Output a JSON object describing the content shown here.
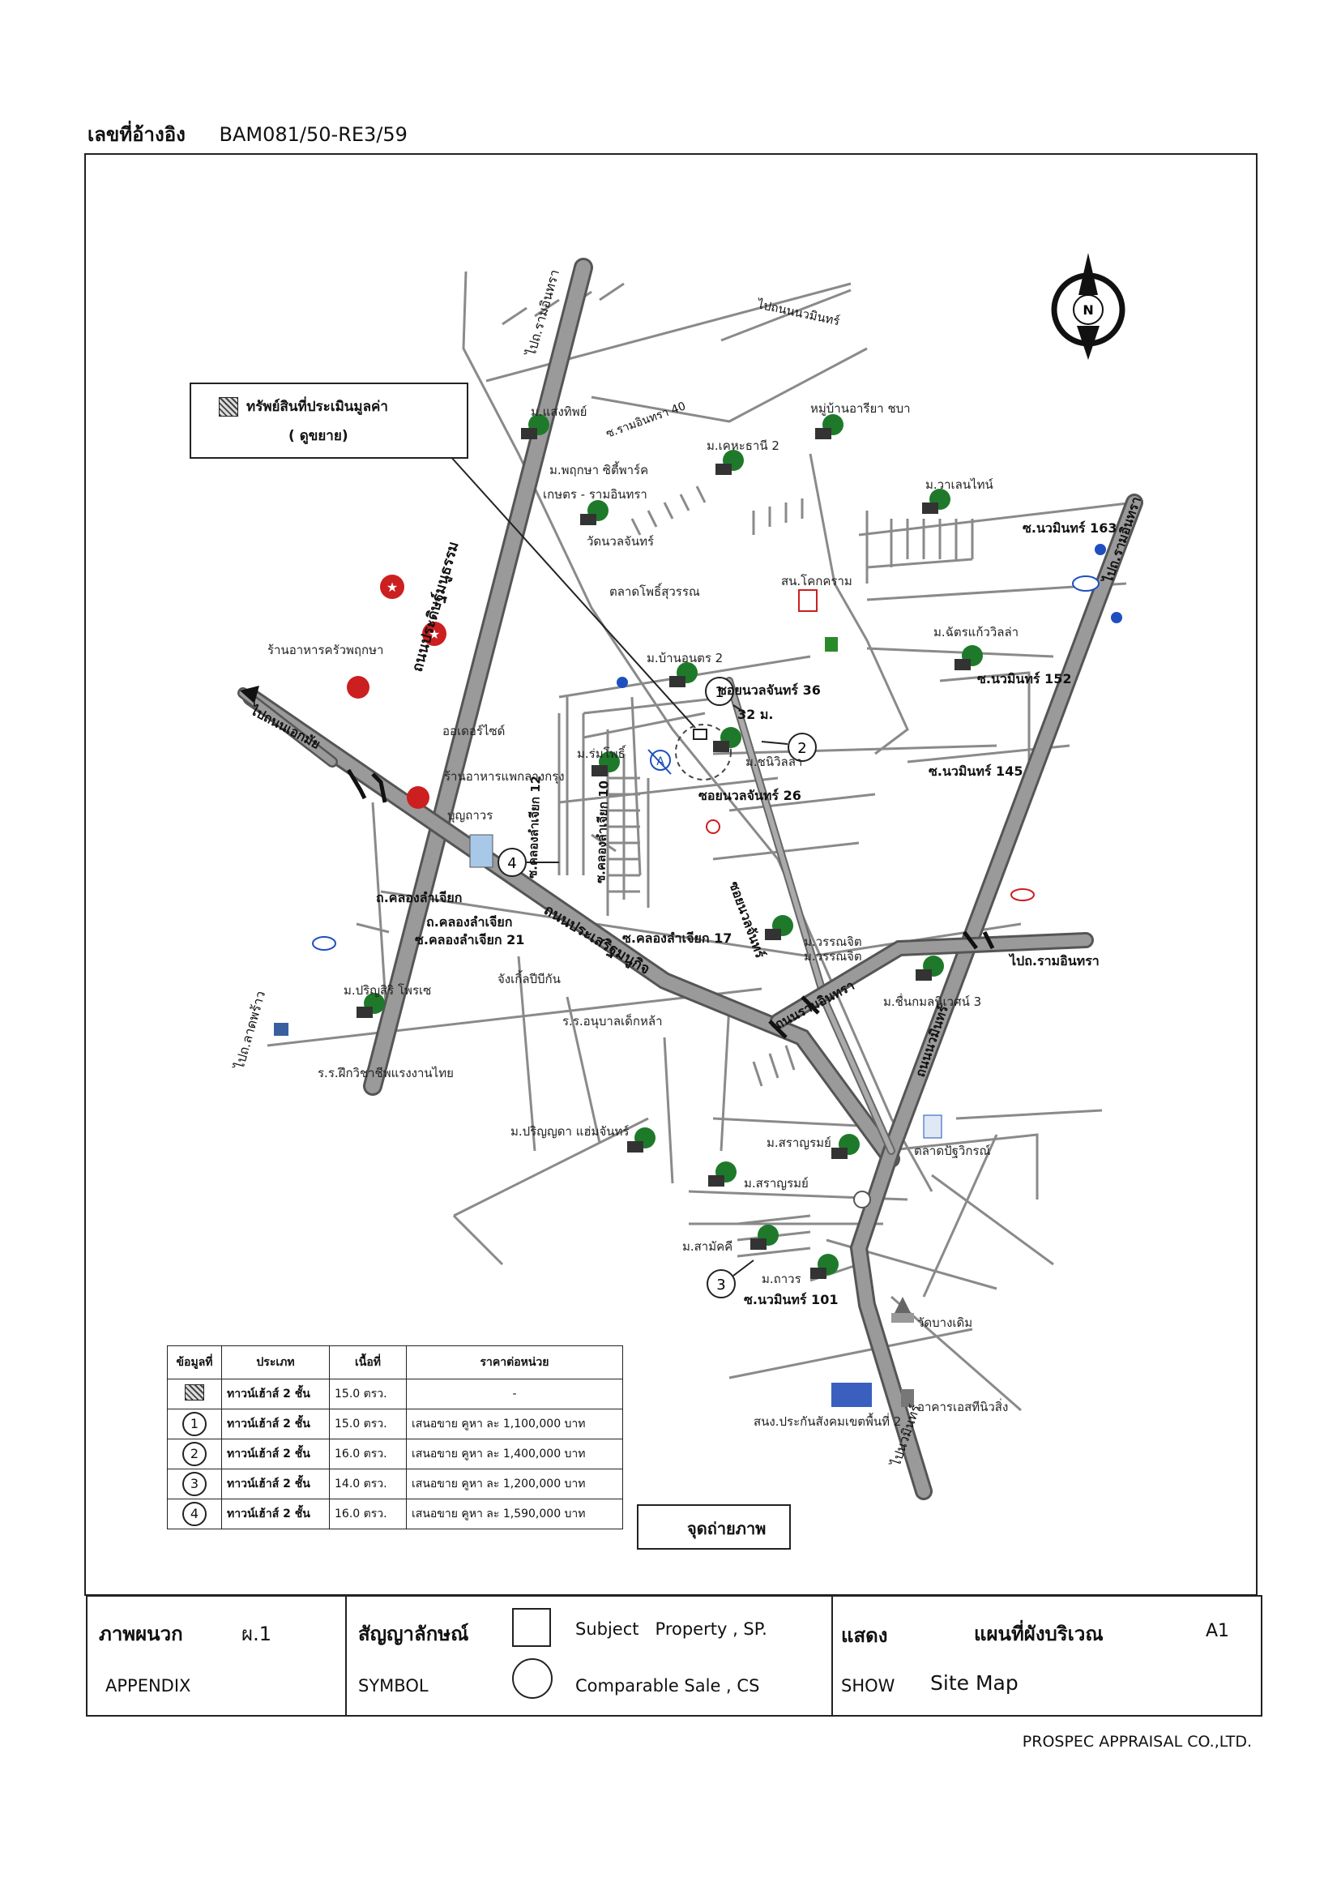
{
  "header": {
    "ref_label": "เลขที่อ้างอิง",
    "ref_value": "BAM081/50-RE3/59"
  },
  "legend_box": {
    "line1": "ทรัพย์สินที่ประเมินมูลค่า",
    "line2": "( ดูขยาย)"
  },
  "roads": {
    "main_a": "ถนนประดิษฐ์มนูธรรม",
    "main_a_north": "ไปถ.รามอินทรา",
    "main_a_south": "ไปถ.ลาดพร้าว",
    "main_b": "ถนนประเสริฐมนูกิจ",
    "to_ekkamai": "ไปถนนเอกมัย",
    "nawamin": "ถนนนวมินทร์",
    "ram_intra_north": "ไปถ.รามอินทรา",
    "ram_intra_east": "ไปถ.รามอินทรา",
    "to_nawamin_south": "ไปนวมินทร์",
    "to_nawamin_top": "ไปถนนนวมินทร์",
    "ram_intra_40": "ซ.รามอินทรา 40",
    "nawamin_163": "ซ.นวมินทร์ 163",
    "nawamin_152": "ซ.นวมินทร์ 152",
    "nawamin_145": "ซ.นวมินทร์ 145",
    "nawamin_101": "ซ.นวมินทร์ 101",
    "soi_nuanchan_36": "ซอยนวลจันทร์ 36",
    "soi_nuanchan_26": "ซอยนวลจันทร์ 26",
    "soi_nuanchan": "ซอยนวลจันทร์",
    "khlong_lam_chiak_12": "ซ.คลองลำเจียก 12",
    "khlong_lam_chiak_10": "ซ.คลองลำเจียก 10",
    "khlong_lam_chiak_a": "ถ.คลองลำเจียก",
    "khlong_lam_chiak_b": "ถ.คลองลำเจียก",
    "khlong_lam_chiak_21": "ซ.คลองลำเจียก 21",
    "khlong_lam_chiak_17": "ซ.คลองลำเจียก 17",
    "ram_intra_road": "ถนนรามอินทรา",
    "distance": "32 ม."
  },
  "places": {
    "saeng_thip": "ม.แสงทิพย์",
    "ariya": "หมู่บ้านอารียา ชบา",
    "kehachani": "ม.เคหะธานี 2",
    "pleon_city": "ม.พฤกษา ซิตี้พาร์ค",
    "kaset_ram": "เกษตร - รามอินทรา",
    "wat_nuanchan": "วัดนวลจันทร์",
    "talad": "ตลาดโพธิ์สุวรรณ",
    "the_lake": "ม.วาเลนไทน์",
    "sanam_koko": "สน.โคกคราม",
    "chatkaew": "ม.ฉัตรแก้ววิลล่า",
    "ban_ontho": "ม.บ้านอนตร 2",
    "ban_ahan": "ร้านอาหารครัวพฤกษา",
    "tree_house": "ร้านอาหารแพกลางกรุง",
    "dr_shop": "ออเดอร์ไซด์",
    "rom_pho": "ม.ร่มโพธิ์",
    "chanviwat": "ม.ชนิวิลลา",
    "bunyavorn": "บุญถาวร",
    "warunjit": "ม.วรรณจิต",
    "warunjit2": "ม.วรรณจิต",
    "chuenkamon": "ม.ชื่นกมลนิเวศน์ 3",
    "jungle": "จังเกิ้ลปีบีกัน",
    "anuban": "ร.ร.อนุบาลเด็กหล้า",
    "pririt": "ม.ปริญสิริ โพรเซ",
    "vocational": "ร.ร.ฝึกวิชาชีพแรงงานไทย",
    "prinyada": "ม.ปริญญดา แฮ่มจันทร์",
    "saran1": "ม.สราญรมย์",
    "saran2": "ม.สราญรมย์",
    "talad_pracha": "ตลาดปัฐวิกรณ์",
    "samakkhi": "ม.สามัคคี",
    "thawon": "ม.ถาวร",
    "wat_bang": "วัดบางเดิม",
    "social_security": "สนง.ประกันสังคมเขตพื้นที่ 2",
    "ais": "อาคารเอสทีนิวสิ่ง"
  },
  "data_table": {
    "headers": [
      "ข้อมูลที่",
      "ประเภท",
      "เนื้อที่",
      "ราคาต่อหน่วย"
    ],
    "rows": [
      {
        "id": "",
        "type": "ทาวน์เฮ้าส์ 2 ชั้น",
        "area": "15.0 ตรว.",
        "price": "-"
      },
      {
        "id": "1",
        "type": "ทาวน์เฮ้าส์ 2 ชั้น",
        "area": "15.0 ตรว.",
        "price": "เสนอขาย คูหา ละ 1,100,000 บาท"
      },
      {
        "id": "2",
        "type": "ทาวน์เฮ้าส์ 2 ชั้น",
        "area": "16.0 ตรว.",
        "price": "เสนอขาย คูหา ละ 1,400,000 บาท"
      },
      {
        "id": "3",
        "type": "ทาวน์เฮ้าส์ 2 ชั้น",
        "area": "14.0 ตรว.",
        "price": "เสนอขาย คูหา ละ 1,200,000 บาท"
      },
      {
        "id": "4",
        "type": "ทาวน์เฮ้าส์ 2 ชั้น",
        "area": "16.0 ตรว.",
        "price": "เสนอขาย คูหา ละ 1,590,000 บาท"
      }
    ]
  },
  "photo_point": {
    "label": "จุดถ่ายภาพ",
    "marker": "A"
  },
  "markers": [
    "1",
    "2",
    "3",
    "4"
  ],
  "compass": "N",
  "footer": {
    "appendix_th": "ภาพผนวก",
    "appendix_no": "ผ.1",
    "appendix_en": "APPENDIX",
    "symbol_th": "สัญญาลักษณ์",
    "symbol_en": "SYMBOL",
    "subject": "Subject   Property , SP.",
    "comparable": "Comparable Sale , CS",
    "show_th": "แสดง",
    "show_en": "SHOW",
    "map_th": "แผนที่ผังบริเวณ",
    "map_en": "Site Map",
    "code": "A1"
  },
  "company": "PROSPEC APPRAISAL CO.,LTD.",
  "colors": {
    "road": "#9a9a9a",
    "road_edge": "#555555",
    "minor_road": "#8a8a8a",
    "tree": "#1e7a2a",
    "red": "#cc1f1f",
    "blue": "#1e4fbf"
  }
}
